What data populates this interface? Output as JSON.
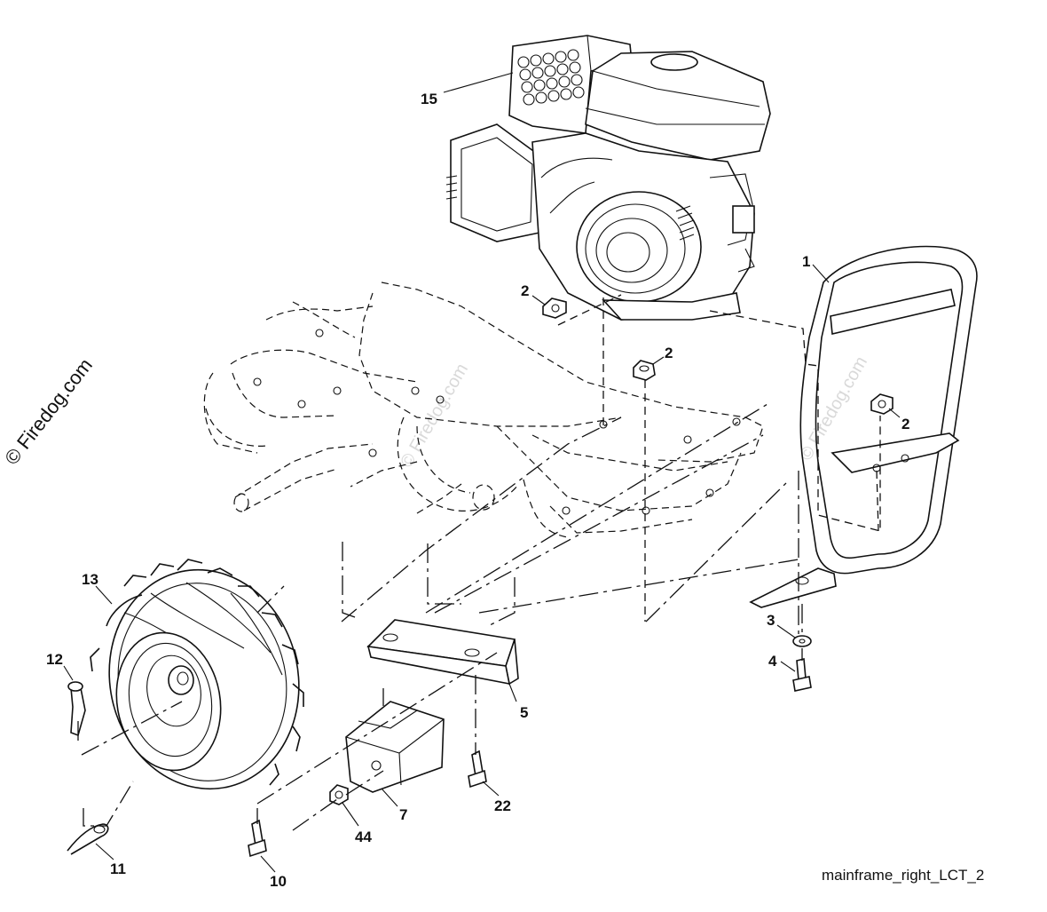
{
  "diagram": {
    "caption": "mainframe_right_LCT_2",
    "watermark": "© Firedog.com",
    "watermark_faint": "© Firedog.com",
    "callouts": {
      "c15": "15",
      "c1": "1",
      "c2a": "2",
      "c2b": "2",
      "c2c": "2",
      "c13": "13",
      "c12": "12",
      "c3": "3",
      "c4": "4",
      "c5": "5",
      "c7": "7",
      "c22": "22",
      "c44": "44",
      "c10": "10",
      "c11": "11"
    }
  }
}
